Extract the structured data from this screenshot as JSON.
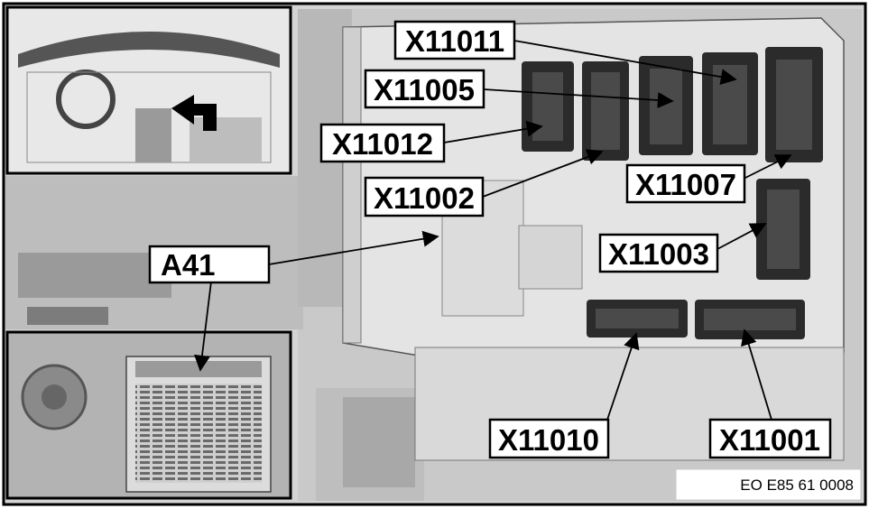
{
  "labels": {
    "x11011": "X11011",
    "x11005": "X11005",
    "x11012": "X11012",
    "x11002": "X11002",
    "x11007": "X11007",
    "x11003": "X11003",
    "a41": "A41",
    "x11010": "X11010",
    "x11001": "X11001"
  },
  "reference": "EO E85 61 0008",
  "colors": {
    "background": "#d8d8d8",
    "module": "#e6e6e6",
    "connector": "#2b2b2b",
    "frame": "#000000"
  }
}
